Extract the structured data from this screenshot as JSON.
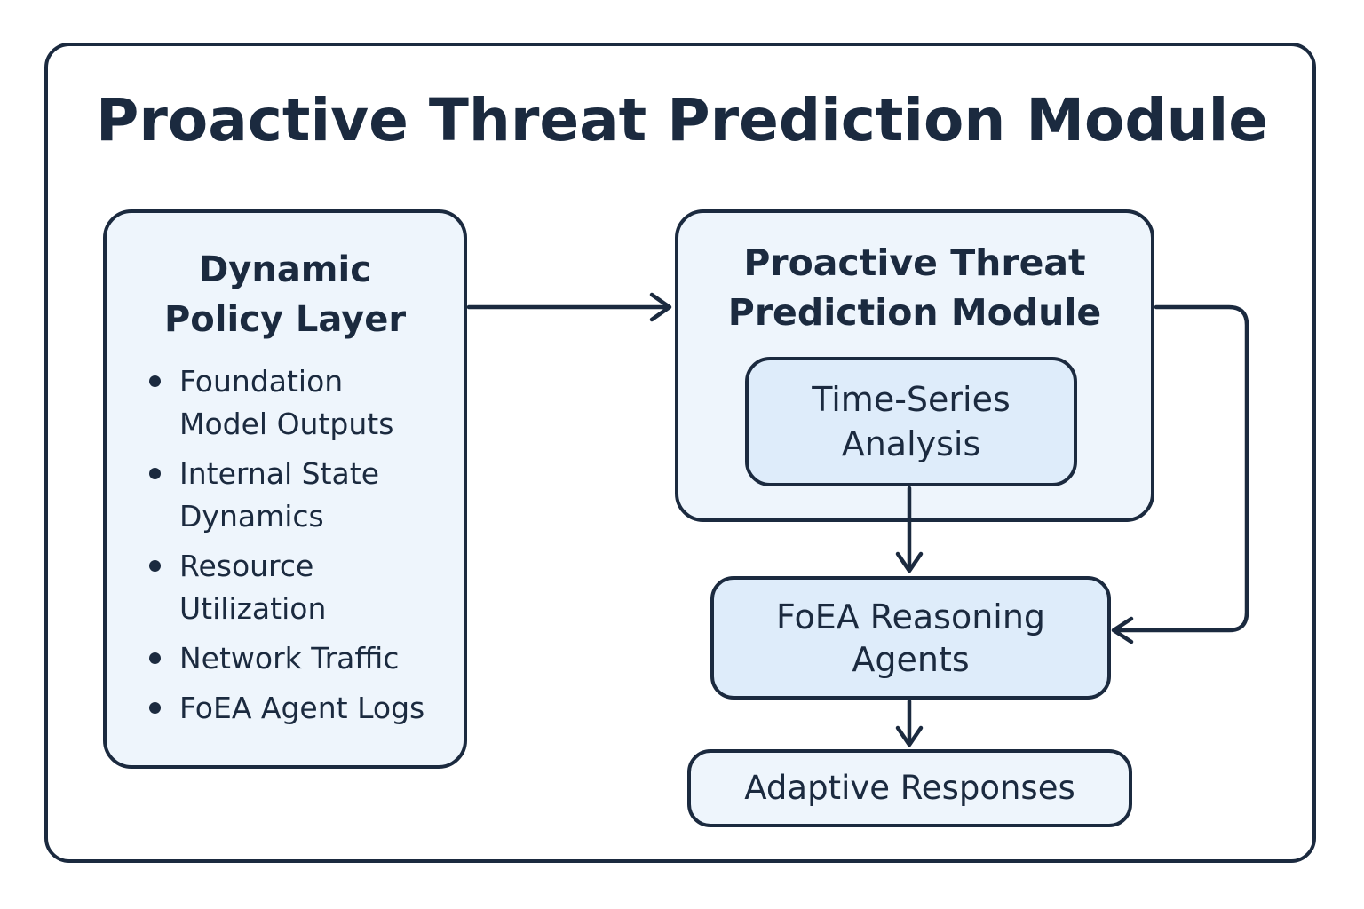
{
  "title": "Proactive Threat Prediction Module",
  "policy_layer": {
    "title_line1": "Dynamic",
    "title_line2": "Policy Layer",
    "items": [
      {
        "line1": "Foundation",
        "line2": "Model Outputs"
      },
      {
        "line1": "Internal State",
        "line2": "Dynamics"
      },
      {
        "line1": "Resource",
        "line2": "Utilization"
      },
      {
        "line1": "Network Traffic",
        "line2": ""
      },
      {
        "line1": "FoEA Agent Logs",
        "line2": ""
      }
    ]
  },
  "prediction_module": {
    "title_line1": "Proactive Threat",
    "title_line2": "Prediction Module",
    "inner_line1": "Time-Series",
    "inner_line2": "Analysis"
  },
  "reasoning_agents": {
    "line1": "FoEA Reasoning",
    "line2": "Agents"
  },
  "adaptive_responses": {
    "label": "Adaptive Responses"
  },
  "colors": {
    "stroke": "#1b2a3f",
    "box_fill": "#eef5fc",
    "inner_fill": "#deecfa"
  }
}
